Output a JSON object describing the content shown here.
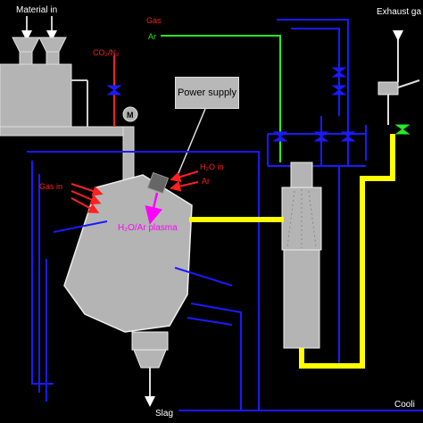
{
  "labels": {
    "material_in": "Material in",
    "exhaust_gas": "Exhaust ga",
    "co2_n2": "CO₂/N₂",
    "gas_top1": "Gas",
    "ar_top": "Ar",
    "motor": "M",
    "power_supply": "Power supply",
    "plasma": "H₂O/Ar plasma",
    "gas_left": "Gas in",
    "h2o_in": "H₂O in",
    "ar_side": "Ar",
    "slag": "Slag",
    "cooling": "Cooli"
  },
  "icons": {
    "valve": "valve-icon",
    "motor": "motor-icon",
    "arrow": "flow-arrow-icon"
  },
  "colors": {
    "background": "#000000",
    "equipment": "#b4b4b4",
    "water_line": "#1a1aff",
    "gas_line": "#ff2020",
    "argon_line": "#22ee22",
    "syngas_line": "#ffff00",
    "plasma_arrow": "#ff00ff",
    "frame_line": "#d0d0d0"
  }
}
